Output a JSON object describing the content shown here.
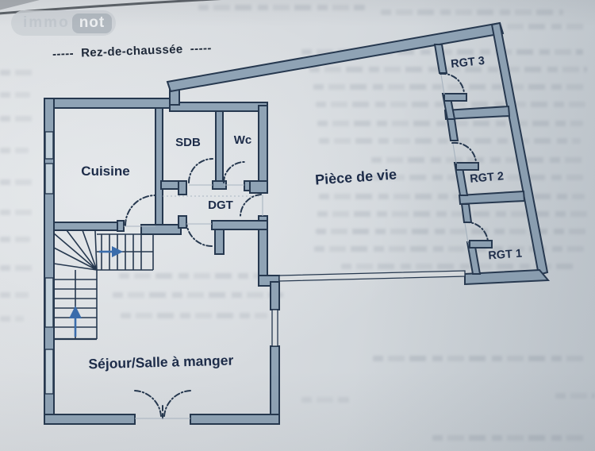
{
  "logo": {
    "immo": "immo",
    "not": "not"
  },
  "title": {
    "full": "-----  Rez-de-chaussée  -----"
  },
  "rooms": {
    "cuisine": "Cuisine",
    "sdb": "SDB",
    "wc": "Wc",
    "dgt": "DGT",
    "piece_de_vie": "Pièce de vie",
    "rgt3": "RGT 3",
    "rgt2": "RGT 2",
    "rgt1": "RGT 1",
    "sejour": "Séjour/Salle à manger"
  },
  "colors": {
    "wall-fill": "#8fa3b5",
    "wall-outline": "#26384f",
    "window-fill": "#c3d1db",
    "label": "#1d2c49",
    "stairs-arrow": "#3a6cab",
    "paper": "#d7dbdf"
  }
}
